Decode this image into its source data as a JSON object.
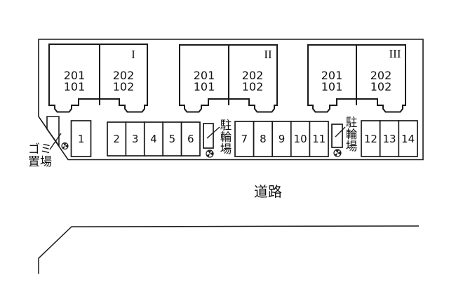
{
  "page": {
    "background": "#ffffff",
    "line_color": "#1a1a1a",
    "text_color": "#111111"
  },
  "buildings": [
    {
      "numeral": "I",
      "left_unit": {
        "line1": "201",
        "line2": "101"
      },
      "right_unit": {
        "line1": "202",
        "line2": "102"
      }
    },
    {
      "numeral": "II",
      "left_unit": {
        "line1": "201",
        "line2": "101"
      },
      "right_unit": {
        "line1": "202",
        "line2": "102"
      }
    },
    {
      "numeral": "III",
      "left_unit": {
        "line1": "201",
        "line2": "101"
      },
      "right_unit": {
        "line1": "202",
        "line2": "102"
      }
    }
  ],
  "parking": {
    "spaces": [
      "1",
      "2",
      "3",
      "4",
      "5",
      "6",
      "7",
      "8",
      "9",
      "10",
      "11",
      "12",
      "13",
      "14"
    ]
  },
  "bicycle_areas": [
    {
      "chars": [
        "駐",
        "輪",
        "場"
      ]
    },
    {
      "chars": [
        "駐",
        "輪",
        "場"
      ]
    }
  ],
  "garbage_area": {
    "line1": "ゴミ",
    "line2": "置場"
  },
  "road": {
    "label": "道路"
  },
  "icons": {
    "shrub_symbol": "circle-pinwheel"
  }
}
